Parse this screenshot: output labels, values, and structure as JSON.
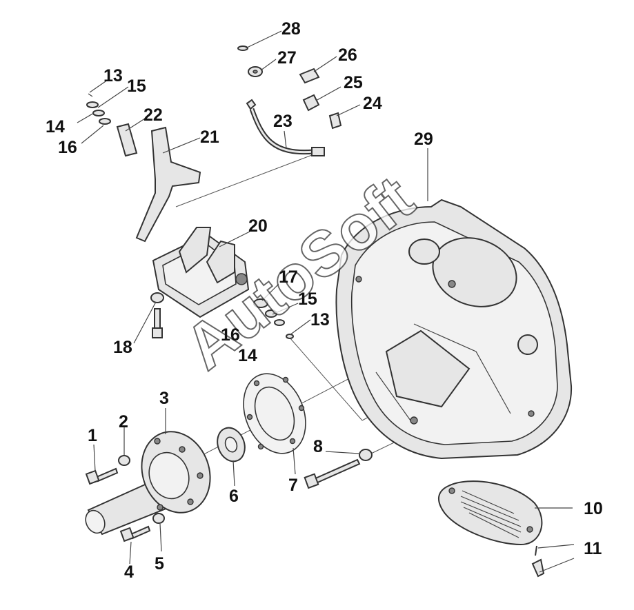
{
  "watermark": "AutoSoft",
  "callouts": [
    {
      "id": "c1",
      "text": "1"
    },
    {
      "id": "c2",
      "text": "2"
    },
    {
      "id": "c3",
      "text": "3"
    },
    {
      "id": "c4",
      "text": "4"
    },
    {
      "id": "c5",
      "text": "5"
    },
    {
      "id": "c6",
      "text": "6"
    },
    {
      "id": "c7",
      "text": "7"
    },
    {
      "id": "c8",
      "text": "8"
    },
    {
      "id": "c10",
      "text": "10"
    },
    {
      "id": "c11",
      "text": "11"
    },
    {
      "id": "c13a",
      "text": "13"
    },
    {
      "id": "c13b",
      "text": "13"
    },
    {
      "id": "c14a",
      "text": "14"
    },
    {
      "id": "c14b",
      "text": "14"
    },
    {
      "id": "c15a",
      "text": "15"
    },
    {
      "id": "c15b",
      "text": "15"
    },
    {
      "id": "c16a",
      "text": "16"
    },
    {
      "id": "c16b",
      "text": "16"
    },
    {
      "id": "c17",
      "text": "17"
    },
    {
      "id": "c18",
      "text": "18"
    },
    {
      "id": "c20",
      "text": "20"
    },
    {
      "id": "c21",
      "text": "21"
    },
    {
      "id": "c22",
      "text": "22"
    },
    {
      "id": "c23",
      "text": "23"
    },
    {
      "id": "c24",
      "text": "24"
    },
    {
      "id": "c25",
      "text": "25"
    },
    {
      "id": "c26",
      "text": "26"
    },
    {
      "id": "c27",
      "text": "27"
    },
    {
      "id": "c28",
      "text": "28"
    },
    {
      "id": "c29",
      "text": "29"
    }
  ]
}
